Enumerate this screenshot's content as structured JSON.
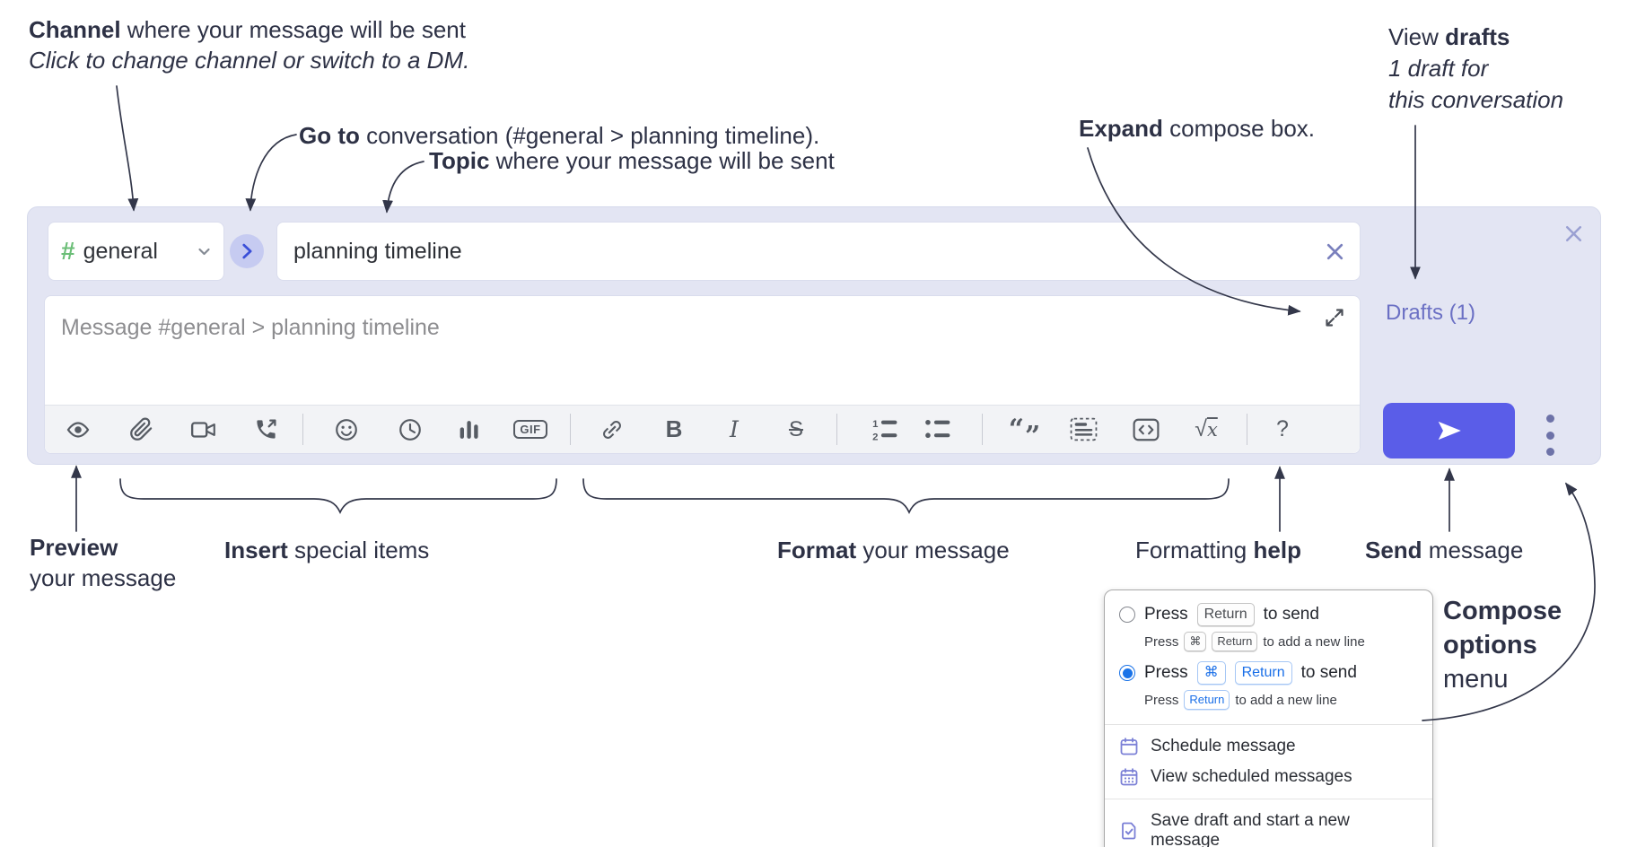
{
  "notes": {
    "channel": {
      "bold": "Channel",
      "rest": " where your message will be sent",
      "line2": "Click to change channel or switch to a DM."
    },
    "goto": {
      "bold": "Go to",
      "rest": " conversation (#general > planning timeline)."
    },
    "topic": {
      "bold": "Topic",
      "rest": " where your message will be sent"
    },
    "expand": {
      "bold": "Expand",
      "rest": " compose box."
    },
    "drafts": {
      "pre": "View ",
      "bold": "drafts",
      "line2": "1 draft for",
      "line3": "this conversation"
    },
    "preview": {
      "bold": "Preview",
      "line2": "your message"
    },
    "insert": {
      "bold": "Insert",
      "rest": " special items"
    },
    "format": {
      "bold": "Format",
      "rest": " your message"
    },
    "formatting": {
      "pre": "Formatting ",
      "bold": "help"
    },
    "send": {
      "bold": "Send",
      "rest": " message"
    },
    "compose_menu": {
      "line1": "Compose",
      "line2": "options",
      "line3": "menu"
    }
  },
  "compose": {
    "channel_hash": "#",
    "channel_name": "general",
    "topic_value": "planning timeline",
    "message_placeholder": "Message #general > planning timeline",
    "drafts_link": "Drafts (1)",
    "toolbar": {
      "gif": "GIF",
      "bold": "B",
      "italic": "I",
      "strike": "S",
      "help": "?",
      "sqrt": "√",
      "sqrt_x": "x",
      "ol1": "1",
      "ol2": "2",
      "quote_open": "“",
      "quote_close": "”"
    }
  },
  "popup": {
    "opt1": {
      "pre": "Press",
      "kbd": "Return",
      "post": "to send"
    },
    "opt1sub": {
      "pre": "Press",
      "kbd1": "⌘",
      "kbd2": "Return",
      "post": "to add a new line"
    },
    "opt2": {
      "pre": "Press",
      "kbd1": "⌘",
      "kbd2": "Return",
      "post": "to send"
    },
    "opt2sub": {
      "pre": "Press",
      "kbd": "Return",
      "post": "to add a new line"
    },
    "items": [
      {
        "label": "Schedule message"
      },
      {
        "label": "View scheduled messages"
      },
      {
        "label": "Save draft and start a new message"
      }
    ]
  },
  "colors": {
    "send_button": "#5a5de8",
    "compose_bg": "#e3e5f3",
    "drafts_link": "#6b70c4",
    "hash_green": "#6bbe77",
    "kbd_blue": "#1a6fe8",
    "annotation_text": "#2d3145"
  }
}
